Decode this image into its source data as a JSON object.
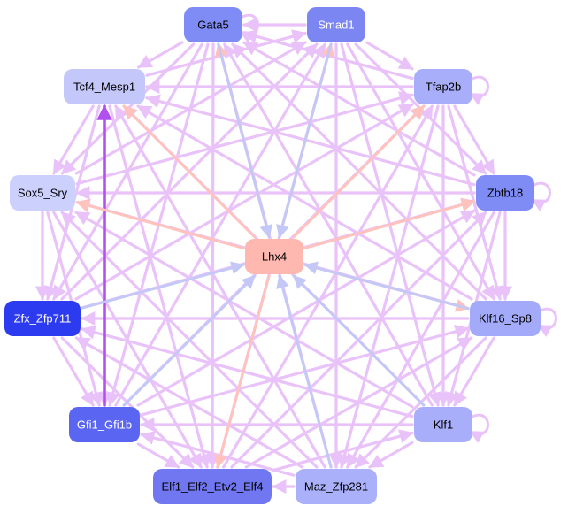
{
  "diagram": {
    "type": "gene-regulatory-network",
    "center_node": "Lhx4",
    "nodes": [
      {
        "id": "Gata5",
        "label": "Gata5",
        "fill": "#7f8cf5",
        "text": "#000000"
      },
      {
        "id": "Smad1",
        "label": "Smad1",
        "fill": "#7c86f2",
        "text": "#ffffff"
      },
      {
        "id": "Tcf4_Mesp1",
        "label": "Tcf4_Mesp1",
        "fill": "#c4c7fa",
        "text": "#000000"
      },
      {
        "id": "Tfap2b",
        "label": "Tfap2b",
        "fill": "#a9aefa",
        "text": "#000000"
      },
      {
        "id": "Sox5_Sry",
        "label": "Sox5_Sry",
        "fill": "#ccd0fc",
        "text": "#000000"
      },
      {
        "id": "Zbtb18",
        "label": "Zbtb18",
        "fill": "#7f8cf5",
        "text": "#000000"
      },
      {
        "id": "Lhx4",
        "label": "Lhx4",
        "fill": "#ffb8b0",
        "text": "#000000"
      },
      {
        "id": "Zfx_Zfp711",
        "label": "Zfx_Zfp711",
        "fill": "#2d3bf0",
        "text": "#ffffff"
      },
      {
        "id": "Klf16_Sp8",
        "label": "Klf16_Sp8",
        "fill": "#a3aaf9",
        "text": "#000000"
      },
      {
        "id": "Gfi1_Gfi1b",
        "label": "Gfi1_Gfi1b",
        "fill": "#5a65f2",
        "text": "#ffffff"
      },
      {
        "id": "Klf1",
        "label": "Klf1",
        "fill": "#a9aefa",
        "text": "#000000"
      },
      {
        "id": "Elf1_Elf2_Etv2_Elf4",
        "label": "Elf1_Elf2_Etv2_Elf4",
        "fill": "#7077f0",
        "text": "#000000"
      },
      {
        "id": "Maz_Zfp281",
        "label": "Maz_Zfp281",
        "fill": "#aab0fa",
        "text": "#000000"
      }
    ],
    "edge_colors": {
      "default": "#e9c2f9",
      "to_lhx4": "#c4c8f7",
      "from_lhx4": "#ffc2bc",
      "strong": "#b050ef"
    },
    "highlight_edges": [
      {
        "from": "Gfi1_Gfi1b",
        "to": "Tcf4_Mesp1",
        "kind": "strong"
      },
      {
        "from": "Lhx4",
        "to": "Gata5",
        "kind": "from_lhx4"
      },
      {
        "from": "Lhx4",
        "to": "Smad1",
        "kind": "from_lhx4"
      },
      {
        "from": "Lhx4",
        "to": "Tcf4_Mesp1",
        "kind": "from_lhx4"
      },
      {
        "from": "Lhx4",
        "to": "Tfap2b",
        "kind": "from_lhx4"
      },
      {
        "from": "Lhx4",
        "to": "Sox5_Sry",
        "kind": "from_lhx4"
      },
      {
        "from": "Lhx4",
        "to": "Zbtb18",
        "kind": "from_lhx4"
      },
      {
        "from": "Lhx4",
        "to": "Klf16_Sp8",
        "kind": "from_lhx4"
      },
      {
        "from": "Lhx4",
        "to": "Elf1_Elf2_Etv2_Elf4",
        "kind": "from_lhx4"
      },
      {
        "from": "Gata5",
        "to": "Lhx4",
        "kind": "to_lhx4"
      },
      {
        "from": "Smad1",
        "to": "Lhx4",
        "kind": "to_lhx4"
      },
      {
        "from": "Zfx_Zfp711",
        "to": "Lhx4",
        "kind": "to_lhx4"
      },
      {
        "from": "Gfi1_Gfi1b",
        "to": "Lhx4",
        "kind": "to_lhx4"
      },
      {
        "from": "Klf1",
        "to": "Lhx4",
        "kind": "to_lhx4"
      },
      {
        "from": "Maz_Zfp281",
        "to": "Lhx4",
        "kind": "to_lhx4"
      },
      {
        "from": "Klf16_Sp8",
        "to": "Lhx4",
        "kind": "to_lhx4"
      }
    ],
    "self_loops": [
      "Gata5",
      "Tfap2b",
      "Klf16_Sp8",
      "Klf1",
      "Zbtb18"
    ]
  }
}
